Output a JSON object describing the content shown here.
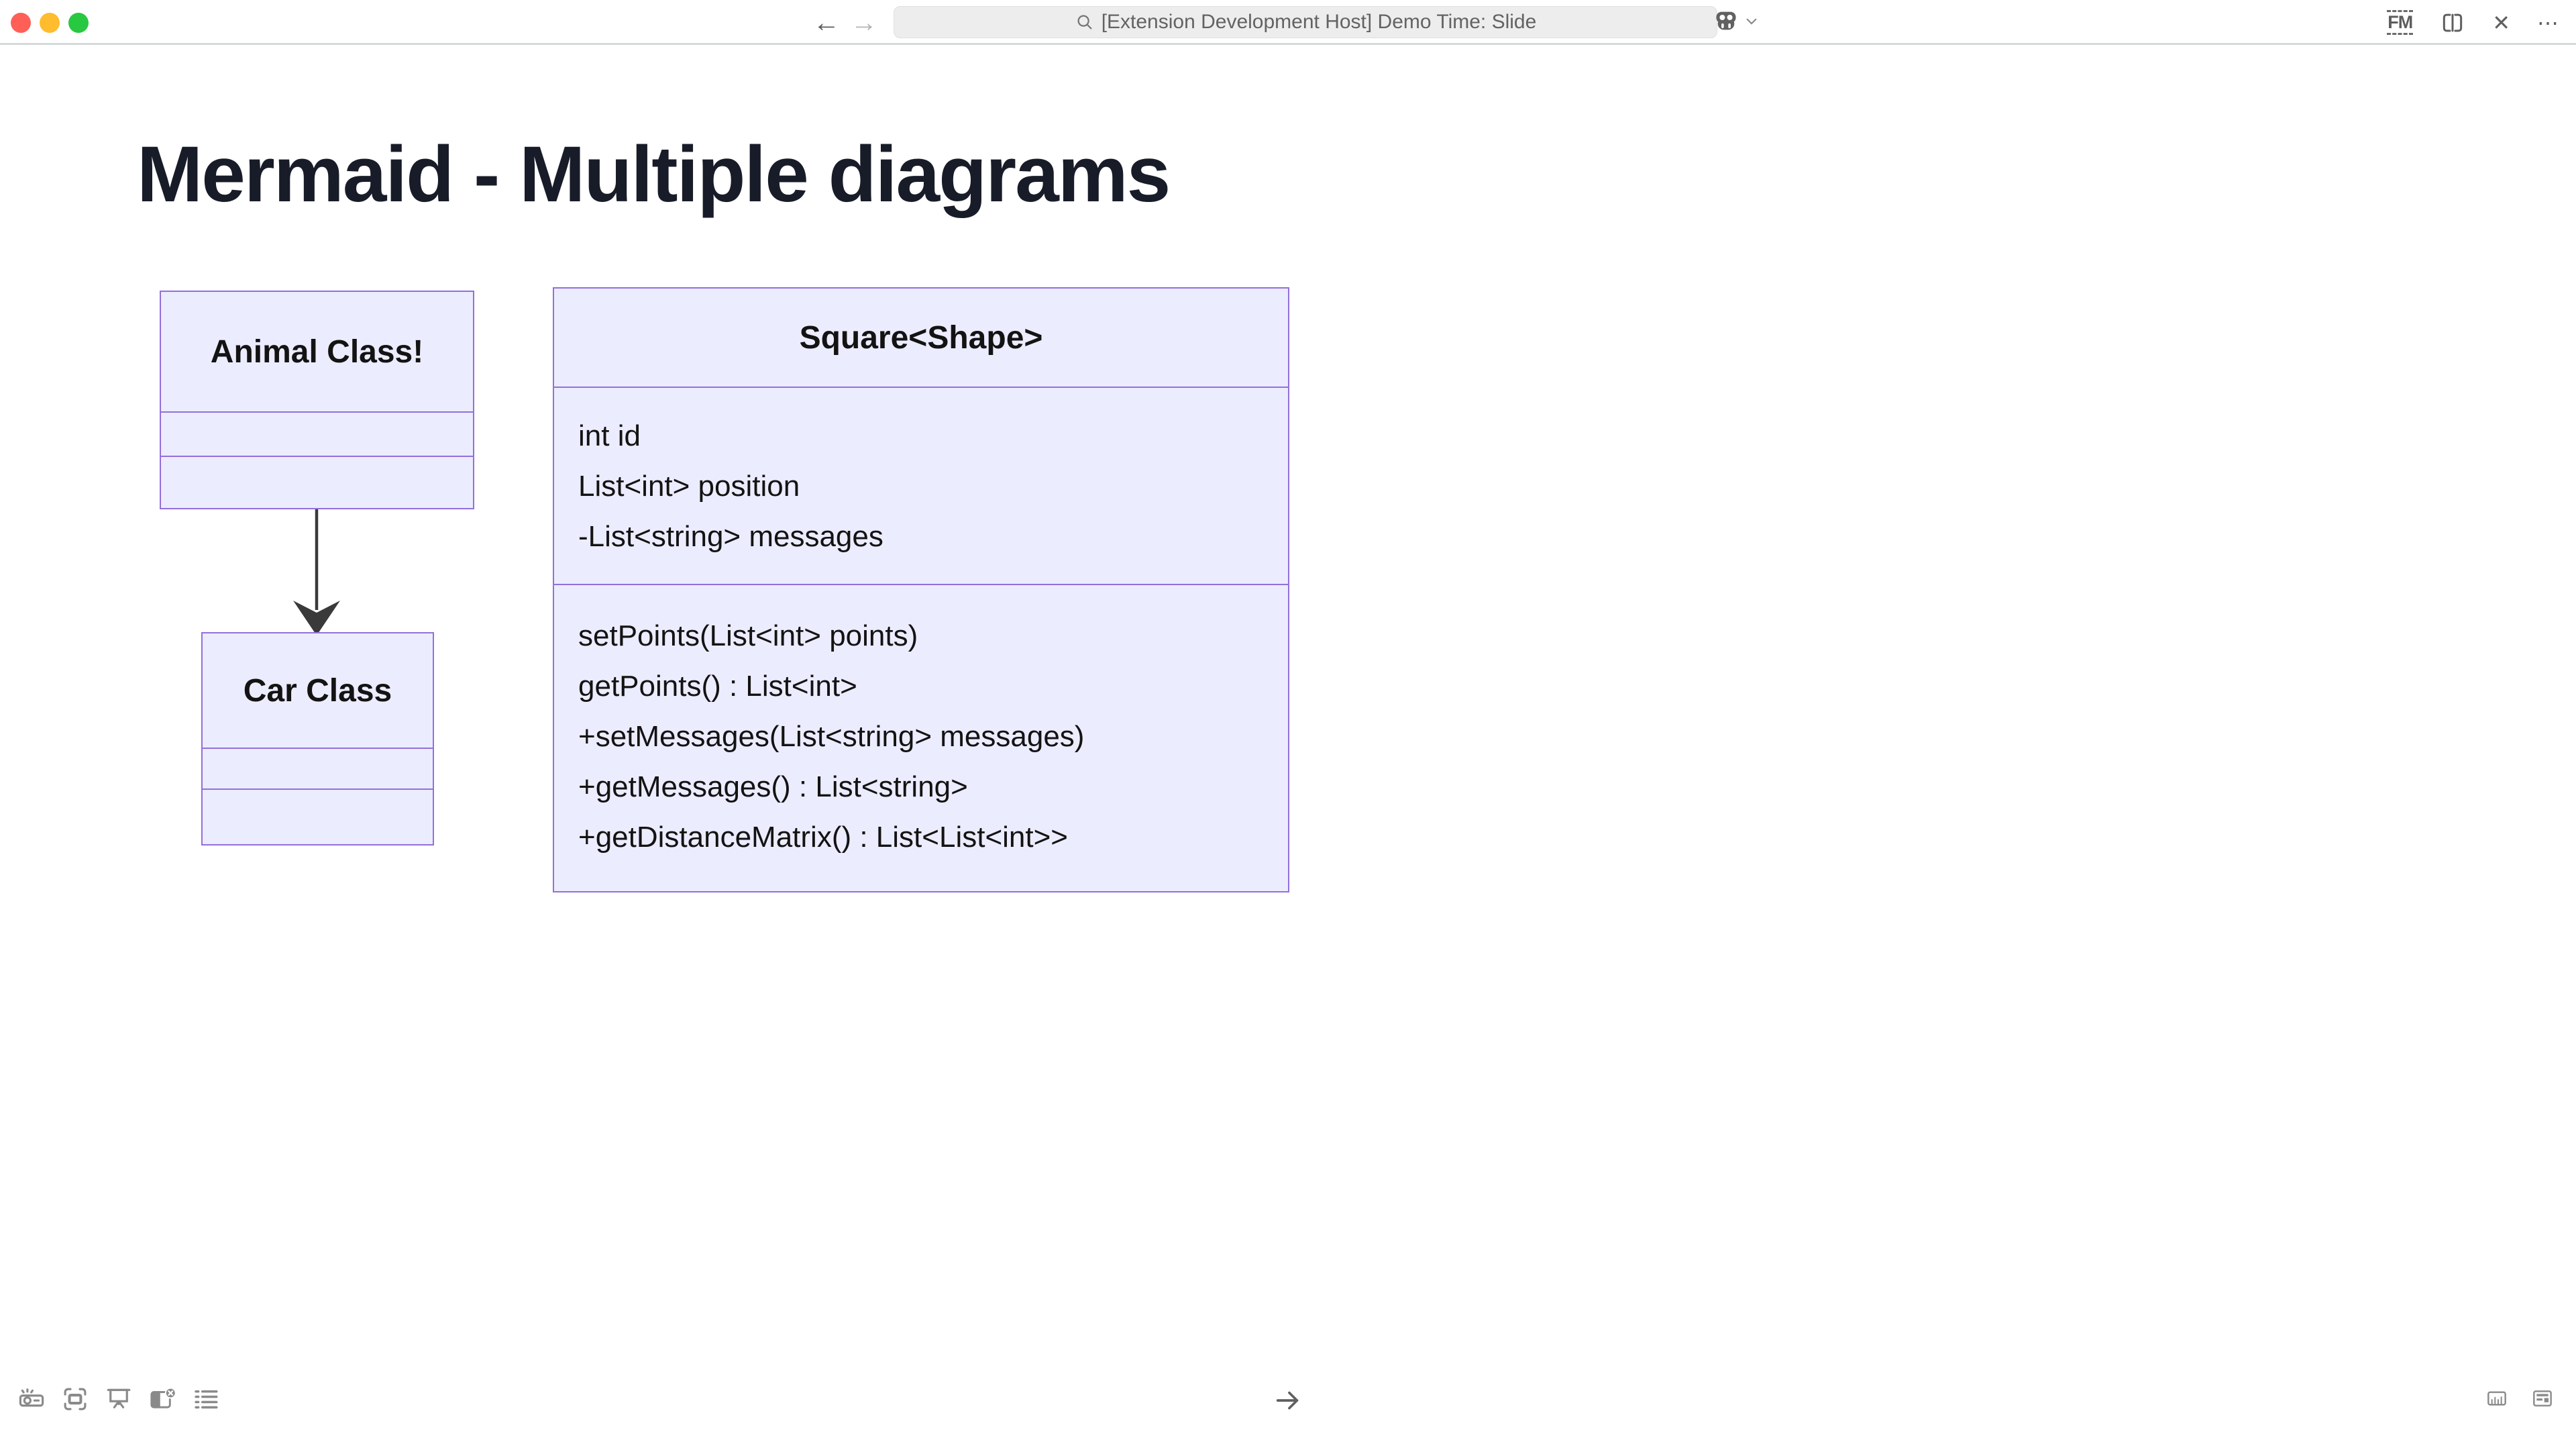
{
  "titlebar": {
    "search_value": "[Extension Development Host] Demo Time: Slide",
    "back_label": "←",
    "forward_label": "→",
    "fm_label": "FM",
    "close_label": "✕",
    "more_label": "⋯"
  },
  "slide": {
    "heading": "Mermaid - Multiple diagrams"
  },
  "class_diagram": {
    "animal": {
      "title": "Animal Class!"
    },
    "car": {
      "title": "Car Class"
    },
    "square": {
      "title": "Square<Shape>",
      "attributes": [
        "int id",
        "List<int> position",
        "-List<string> messages"
      ],
      "methods": [
        "setPoints(List<int> points)",
        "getPoints() : List<int>",
        "+setMessages(List<string> messages)",
        "+getMessages() : List<string>",
        "+getDistanceMatrix() : List<List<int>>"
      ]
    }
  },
  "colors": {
    "node_fill": "#ECECFF",
    "node_border": "#9370DB",
    "arrow": "#3a3a3a",
    "heading_text": "#181c28",
    "toolbar_icon": "#8a8a8a"
  }
}
